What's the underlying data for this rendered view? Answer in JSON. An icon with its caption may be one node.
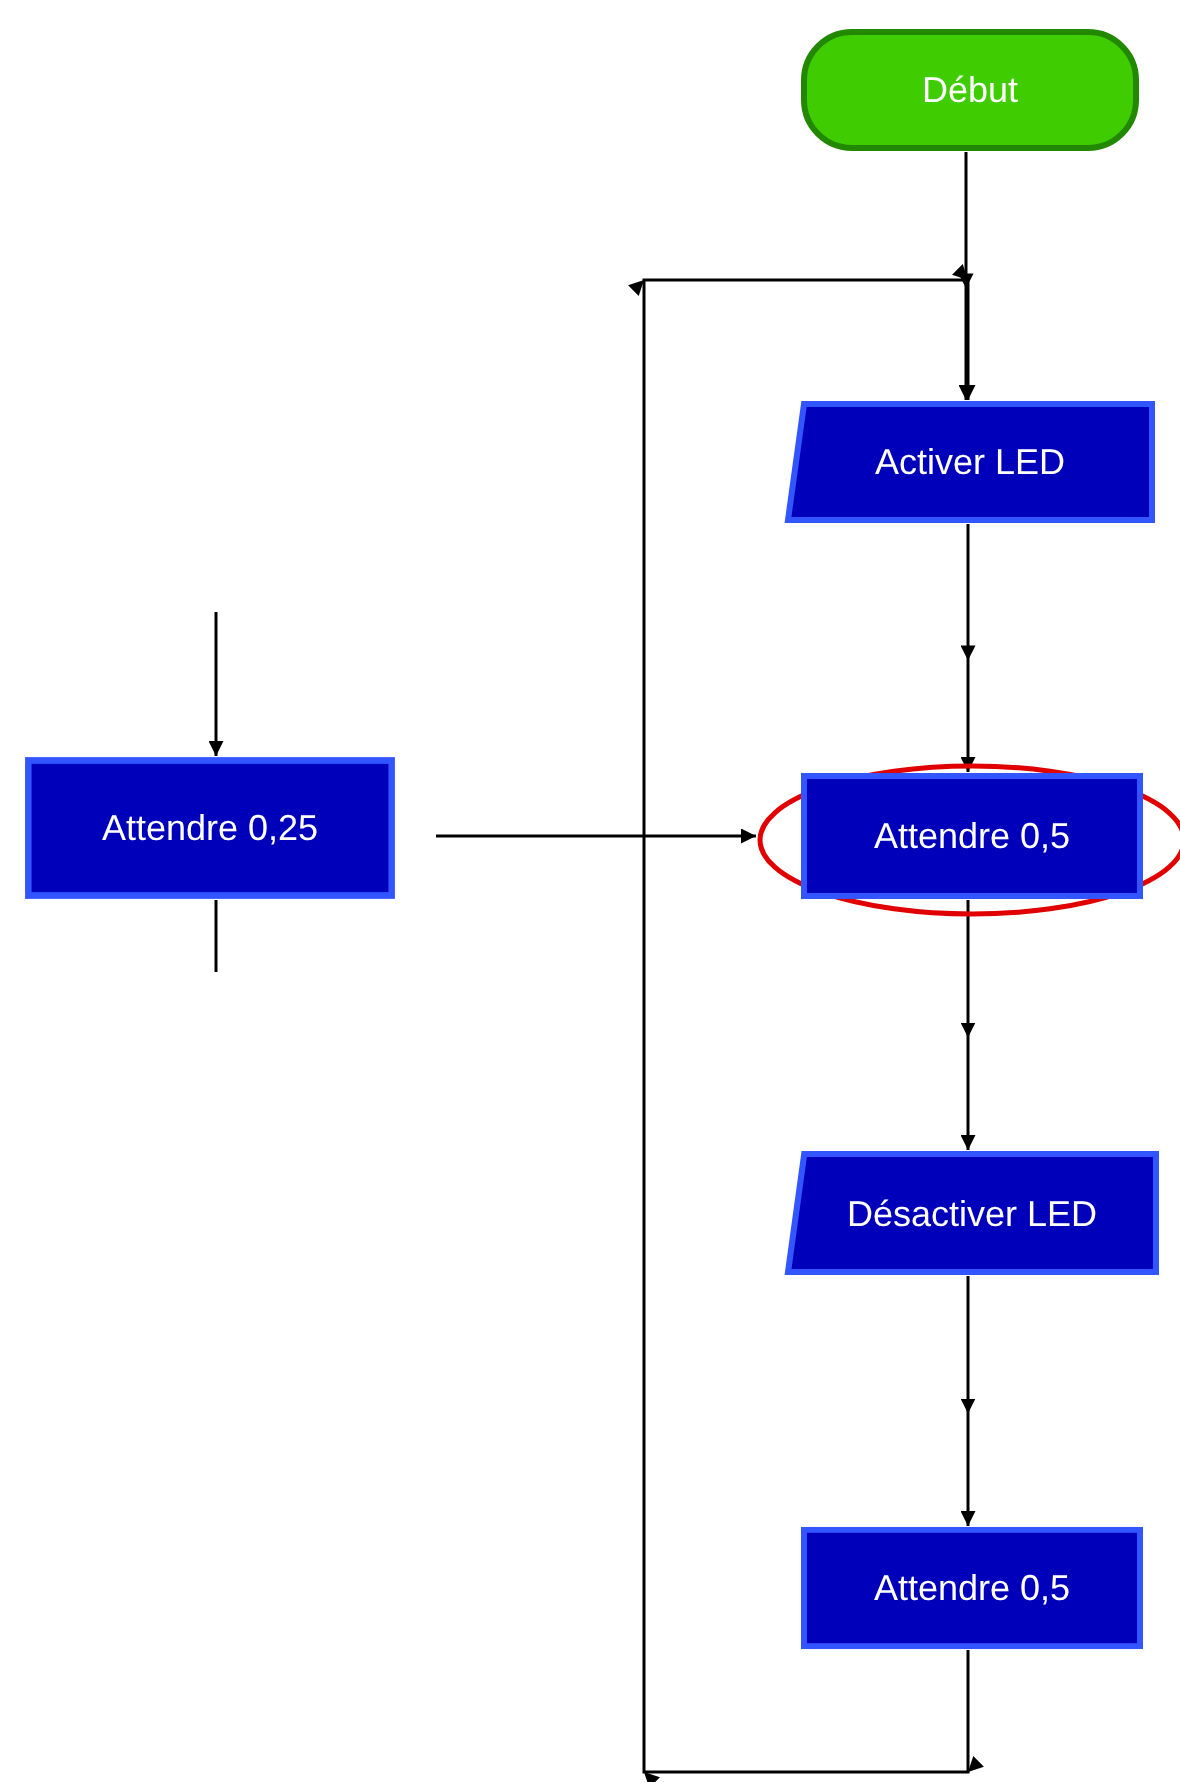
{
  "diagram": {
    "nodes": [
      {
        "text": [
          "Début"
        ]
      },
      {
        "text": [
          "Activer LED"
        ]
      },
      {
        "text": [
          "Attendre 0,5"
        ]
      },
      {
        "text": [
          "Désactiver LED"
        ]
      },
      {
        "text": [
          "Attendre 0,5"
        ]
      },
      {
        "text": [
          "Attendre 0,25"
        ]
      }
    ],
    "edges": [
      {
        "from": 0,
        "to": 1,
        "arrow": "to"
      },
      {
        "from": 1,
        "to": 2,
        "arrow": "to"
      },
      {
        "from": 2,
        "to": 3,
        "arrow": "to"
      },
      {
        "from": 3,
        "to": 4,
        "arrow": "to"
      },
      {
        "from": 4,
        "to": 1,
        "arrow": "to"
      },
      {
        "from": 5,
        "to": 2,
        "arrow": "to"
      },
      {
        "from": null,
        "to": 5,
        "arrow": "to"
      },
      {
        "from": 5,
        "to": null,
        "arrow": "none"
      }
    ]
  }
}
